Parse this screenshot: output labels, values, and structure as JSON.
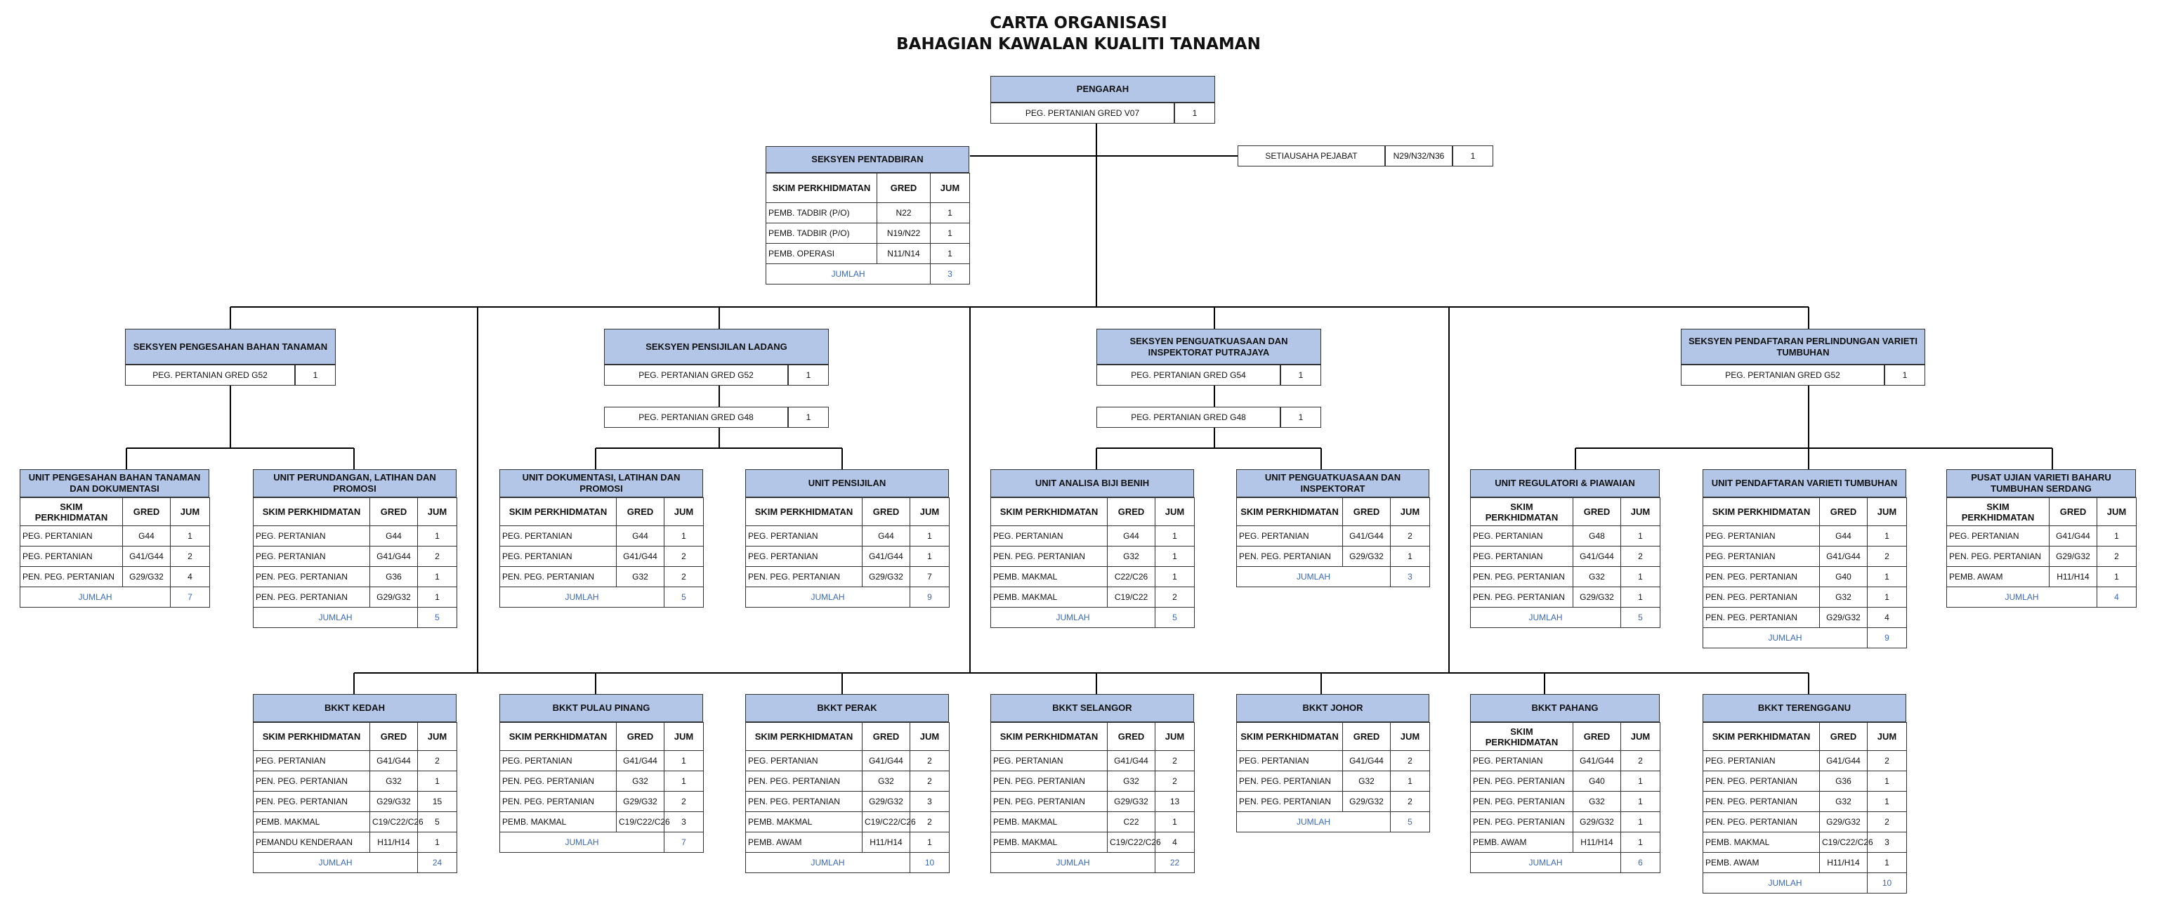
{
  "title": {
    "line1": "CARTA ORGANISASI",
    "line2": "BAHAGIAN KAWALAN KUALITI TANAMAN"
  },
  "labels": {
    "skim": "SKIM PERKHIDMATAN",
    "gred": "GRED",
    "jum": "JUM",
    "jumlah": "JUMLAH"
  },
  "pengarah": {
    "name": "PENGARAH",
    "post": "PEG. PERTANIAN GRED V07",
    "count": "1"
  },
  "setiausaha": {
    "name": "SETIAUSAHA PEJABAT",
    "gred": "N29/N32/N36",
    "count": "1"
  },
  "pentadbiran": {
    "name": "SEKSYEN PENTADBIRAN",
    "rows": [
      {
        "skim": "PEMB. TADBIR (P/O)",
        "gred": "N22",
        "jum": "1"
      },
      {
        "skim": "PEMB. TADBIR (P/O)",
        "gred": "N19/N22",
        "jum": "1"
      },
      {
        "skim": "PEMB. OPERASI",
        "gred": "N11/N14",
        "jum": "1"
      }
    ],
    "total": "3"
  },
  "sections": [
    {
      "name": "SEKSYEN PENGESAHAN BAHAN TANAMAN",
      "post": "PEG. PERTANIAN GRED G52",
      "count": "1",
      "post2": "",
      "count2": ""
    },
    {
      "name": "SEKSYEN PENSIJILAN LADANG",
      "post": "PEG. PERTANIAN GRED G52",
      "count": "1",
      "post2": "PEG. PERTANIAN GRED G48",
      "count2": "1"
    },
    {
      "name": "SEKSYEN PENGUATKUASAAN DAN INSPEKTORAT PUTRAJAYA",
      "post": "PEG. PERTANIAN GRED G54",
      "count": "1",
      "post2": "PEG. PERTANIAN GRED G48",
      "count2": "1"
    },
    {
      "name": "SEKSYEN PENDAFTARAN PERLINDUNGAN VARIETI TUMBUHAN",
      "post": "PEG. PERTANIAN GRED G52",
      "count": "1",
      "post2": "",
      "count2": ""
    }
  ],
  "units": [
    {
      "name": "UNIT PENGESAHAN BAHAN TANAMAN DAN DOKUMENTASI",
      "rows": [
        {
          "skim": "PEG. PERTANIAN",
          "gred": "G44",
          "jum": "1"
        },
        {
          "skim": "PEG. PERTANIAN",
          "gred": "G41/G44",
          "jum": "2"
        },
        {
          "skim": "PEN. PEG. PERTANIAN",
          "gred": "G29/G32",
          "jum": "4"
        }
      ],
      "total": "7"
    },
    {
      "name": "UNIT PERUNDANGAN, LATIHAN DAN PROMOSI",
      "rows": [
        {
          "skim": "PEG. PERTANIAN",
          "gred": "G44",
          "jum": "1"
        },
        {
          "skim": "PEG. PERTANIAN",
          "gred": "G41/G44",
          "jum": "2"
        },
        {
          "skim": "PEN. PEG. PERTANIAN",
          "gred": "G36",
          "jum": "1"
        },
        {
          "skim": "PEN. PEG. PERTANIAN",
          "gred": "G29/G32",
          "jum": "1"
        }
      ],
      "total": "5"
    },
    {
      "name": "UNIT DOKUMENTASI, LATIHAN DAN PROMOSI",
      "rows": [
        {
          "skim": "PEG. PERTANIAN",
          "gred": "G44",
          "jum": "1"
        },
        {
          "skim": "PEG. PERTANIAN",
          "gred": "G41/G44",
          "jum": "2"
        },
        {
          "skim": "PEN. PEG. PERTANIAN",
          "gred": "G32",
          "jum": "2"
        }
      ],
      "total": "5"
    },
    {
      "name": "UNIT PENSIJILAN",
      "rows": [
        {
          "skim": "PEG. PERTANIAN",
          "gred": "G44",
          "jum": "1"
        },
        {
          "skim": "PEG. PERTANIAN",
          "gred": "G41/G44",
          "jum": "1"
        },
        {
          "skim": "PEN. PEG. PERTANIAN",
          "gred": "G29/G32",
          "jum": "7"
        }
      ],
      "total": "9"
    },
    {
      "name": "UNIT ANALISA BIJI BENIH",
      "rows": [
        {
          "skim": "PEG. PERTANIAN",
          "gred": "G44",
          "jum": "1"
        },
        {
          "skim": "PEN. PEG. PERTANIAN",
          "gred": "G32",
          "jum": "1"
        },
        {
          "skim": "PEMB. MAKMAL",
          "gred": "C22/C26",
          "jum": "1"
        },
        {
          "skim": "PEMB. MAKMAL",
          "gred": "C19/C22",
          "jum": "2"
        }
      ],
      "total": "5"
    },
    {
      "name": "UNIT PENGUATKUASAAN DAN INSPEKTORAT",
      "rows": [
        {
          "skim": "PEG. PERTANIAN",
          "gred": "G41/G44",
          "jum": "2"
        },
        {
          "skim": "PEN. PEG. PERTANIAN",
          "gred": "G29/G32",
          "jum": "1"
        }
      ],
      "total": "3"
    },
    {
      "name": "UNIT REGULATORI & PIAWAIAN",
      "rows": [
        {
          "skim": "PEG. PERTANIAN",
          "gred": "G48",
          "jum": "1"
        },
        {
          "skim": "PEG. PERTANIAN",
          "gred": "G41/G44",
          "jum": "2"
        },
        {
          "skim": "PEN. PEG. PERTANIAN",
          "gred": "G32",
          "jum": "1"
        },
        {
          "skim": "PEN. PEG. PERTANIAN",
          "gred": "G29/G32",
          "jum": "1"
        }
      ],
      "total": "5"
    },
    {
      "name": "UNIT PENDAFTARAN VARIETI TUMBUHAN",
      "rows": [
        {
          "skim": "PEG. PERTANIAN",
          "gred": "G44",
          "jum": "1"
        },
        {
          "skim": "PEG. PERTANIAN",
          "gred": "G41/G44",
          "jum": "2"
        },
        {
          "skim": "PEN. PEG. PERTANIAN",
          "gred": "G40",
          "jum": "1"
        },
        {
          "skim": "PEN. PEG. PERTANIAN",
          "gred": "G32",
          "jum": "1"
        },
        {
          "skim": "PEN. PEG. PERTANIAN",
          "gred": "G29/G32",
          "jum": "4"
        }
      ],
      "total": "9"
    },
    {
      "name": "PUSAT UJIAN VARIETI BAHARU TUMBUHAN SERDANG",
      "rows": [
        {
          "skim": "PEG. PERTANIAN",
          "gred": "G41/G44",
          "jum": "1"
        },
        {
          "skim": "PEN. PEG. PERTANIAN",
          "gred": "G29/G32",
          "jum": "2"
        },
        {
          "skim": "PEMB. AWAM",
          "gred": "H11/H14",
          "jum": "1"
        }
      ],
      "total": "4"
    }
  ],
  "bkkt": [
    {
      "name": "BKKT KEDAH",
      "rows": [
        {
          "skim": "PEG. PERTANIAN",
          "gred": "G41/G44",
          "jum": "2"
        },
        {
          "skim": "PEN. PEG. PERTANIAN",
          "gred": "G32",
          "jum": "1"
        },
        {
          "skim": "PEN. PEG. PERTANIAN",
          "gred": "G29/G32",
          "jum": "15"
        },
        {
          "skim": "PEMB. MAKMAL",
          "gred": "C19/C22/C26",
          "jum": "5"
        },
        {
          "skim": "PEMANDU KENDERAAN",
          "gred": "H11/H14",
          "jum": "1"
        }
      ],
      "total": "24"
    },
    {
      "name": "BKKT PULAU PINANG",
      "rows": [
        {
          "skim": "PEG. PERTANIAN",
          "gred": "G41/G44",
          "jum": "1"
        },
        {
          "skim": "PEN. PEG. PERTANIAN",
          "gred": "G32",
          "jum": "1"
        },
        {
          "skim": "PEN. PEG. PERTANIAN",
          "gred": "G29/G32",
          "jum": "2"
        },
        {
          "skim": "PEMB. MAKMAL",
          "gred": "C19/C22/C26",
          "jum": "3"
        }
      ],
      "total": "7"
    },
    {
      "name": "BKKT PERAK",
      "rows": [
        {
          "skim": "PEG. PERTANIAN",
          "gred": "G41/G44",
          "jum": "2"
        },
        {
          "skim": "PEN. PEG. PERTANIAN",
          "gred": "G32",
          "jum": "2"
        },
        {
          "skim": "PEN. PEG. PERTANIAN",
          "gred": "G29/G32",
          "jum": "3"
        },
        {
          "skim": "PEMB. MAKMAL",
          "gred": "C19/C22/C26",
          "jum": "2"
        },
        {
          "skim": "PEMB. AWAM",
          "gred": "H11/H14",
          "jum": "1"
        }
      ],
      "total": "10"
    },
    {
      "name": "BKKT SELANGOR",
      "rows": [
        {
          "skim": "PEG. PERTANIAN",
          "gred": "G41/G44",
          "jum": "2"
        },
        {
          "skim": "PEN. PEG. PERTANIAN",
          "gred": "G32",
          "jum": "2"
        },
        {
          "skim": "PEN. PEG. PERTANIAN",
          "gred": "G29/G32",
          "jum": "13"
        },
        {
          "skim": "PEMB. MAKMAL",
          "gred": "C22",
          "jum": "1"
        },
        {
          "skim": "PEMB. MAKMAL",
          "gred": "C19/C22/C26",
          "jum": "4"
        }
      ],
      "total": "22"
    },
    {
      "name": "BKKT JOHOR",
      "rows": [
        {
          "skim": "PEG. PERTANIAN",
          "gred": "G41/G44",
          "jum": "2"
        },
        {
          "skim": "PEN. PEG. PERTANIAN",
          "gred": "G32",
          "jum": "1"
        },
        {
          "skim": "PEN. PEG. PERTANIAN",
          "gred": "G29/G32",
          "jum": "2"
        }
      ],
      "total": "5"
    },
    {
      "name": "BKKT PAHANG",
      "rows": [
        {
          "skim": "PEG. PERTANIAN",
          "gred": "G41/G44",
          "jum": "2"
        },
        {
          "skim": "PEN. PEG. PERTANIAN",
          "gred": "G40",
          "jum": "1"
        },
        {
          "skim": "PEN. PEG. PERTANIAN",
          "gred": "G32",
          "jum": "1"
        },
        {
          "skim": "PEN. PEG. PERTANIAN",
          "gred": "G29/G32",
          "jum": "1"
        },
        {
          "skim": "PEMB. AWAM",
          "gred": "H11/H14",
          "jum": "1"
        }
      ],
      "total": "6"
    },
    {
      "name": "BKKT TERENGGANU",
      "rows": [
        {
          "skim": "PEG. PERTANIAN",
          "gred": "G41/G44",
          "jum": "2"
        },
        {
          "skim": "PEN. PEG. PERTANIAN",
          "gred": "G36",
          "jum": "1"
        },
        {
          "skim": "PEN. PEG. PERTANIAN",
          "gred": "G32",
          "jum": "1"
        },
        {
          "skim": "PEN. PEG. PERTANIAN",
          "gred": "G29/G32",
          "jum": "2"
        },
        {
          "skim": "PEMB. MAKMAL",
          "gred": "C19/C22/C26",
          "jum": "3"
        },
        {
          "skim": "PEMB. AWAM",
          "gred": "H11/H14",
          "jum": "1"
        }
      ],
      "total": "10"
    }
  ]
}
